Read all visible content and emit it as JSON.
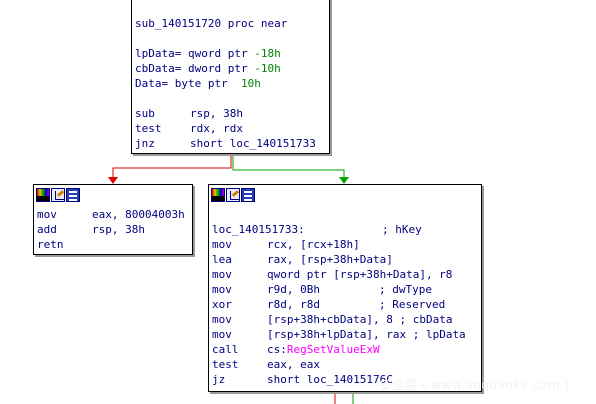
{
  "colors": {
    "edge_false": "#e00000",
    "edge_true": "#00a000",
    "node_border": "#000000",
    "text_default": "#000080",
    "imports": "#ff00ff",
    "numbers": "#008000"
  },
  "toolbar_icons": [
    "node-color-icon",
    "rename-node-icon",
    "graph-overview-icon"
  ],
  "func_block": {
    "header": "sub_140151720 proc near",
    "vars": [
      {
        "name": "lpData=",
        "type": " qword ptr ",
        "val": "-18h"
      },
      {
        "name": "cbData=",
        "type": " dword ptr ",
        "val": "-10h"
      },
      {
        "name": "Data=",
        "type": " byte ptr  ",
        "val": "10h"
      }
    ],
    "instr": [
      {
        "mn": "sub",
        "op": "rsp, 38h"
      },
      {
        "mn": "test",
        "op": "rdx, rdx"
      },
      {
        "mn": "jnz",
        "op": "short loc_140151733"
      }
    ]
  },
  "error_block": {
    "instr": [
      {
        "mn": "mov",
        "op": "eax, 80004003h"
      },
      {
        "mn": "add",
        "op": "rsp, 38h"
      },
      {
        "mn": "retn",
        "op": ""
      }
    ]
  },
  "main_block": {
    "label": "loc_140151733:",
    "label_comment": "; hKey",
    "instr": [
      {
        "mn": "mov",
        "op": "rcx, [rcx+18h]",
        "cmt": ""
      },
      {
        "mn": "lea",
        "op": "rax, [rsp+38h+Data]",
        "cmt": ""
      },
      {
        "mn": "mov",
        "op": "qword ptr [rsp+38h+Data], r8",
        "cmt": ""
      },
      {
        "mn": "mov",
        "op": "r9d, 0Bh",
        "cmt": "; dwType"
      },
      {
        "mn": "xor",
        "op": "r8d, r8d",
        "cmt": "; Reserved"
      },
      {
        "mn": "mov",
        "op": "[rsp+38h+cbData], 8",
        "cmt": "; cbData"
      },
      {
        "mn": "mov",
        "op": "[rsp+38h+lpData], rax",
        "cmt": "; lpData"
      }
    ],
    "call": {
      "mn": "call",
      "prefix": "cs:",
      "target": "RegSetValueExW"
    },
    "tail": [
      {
        "mn": "test",
        "op": "eax, eax"
      },
      {
        "mn": "jz",
        "op": "short loc_14015176C"
      }
    ]
  },
  "watermark": "安全客 ( www.anquanke.com )"
}
